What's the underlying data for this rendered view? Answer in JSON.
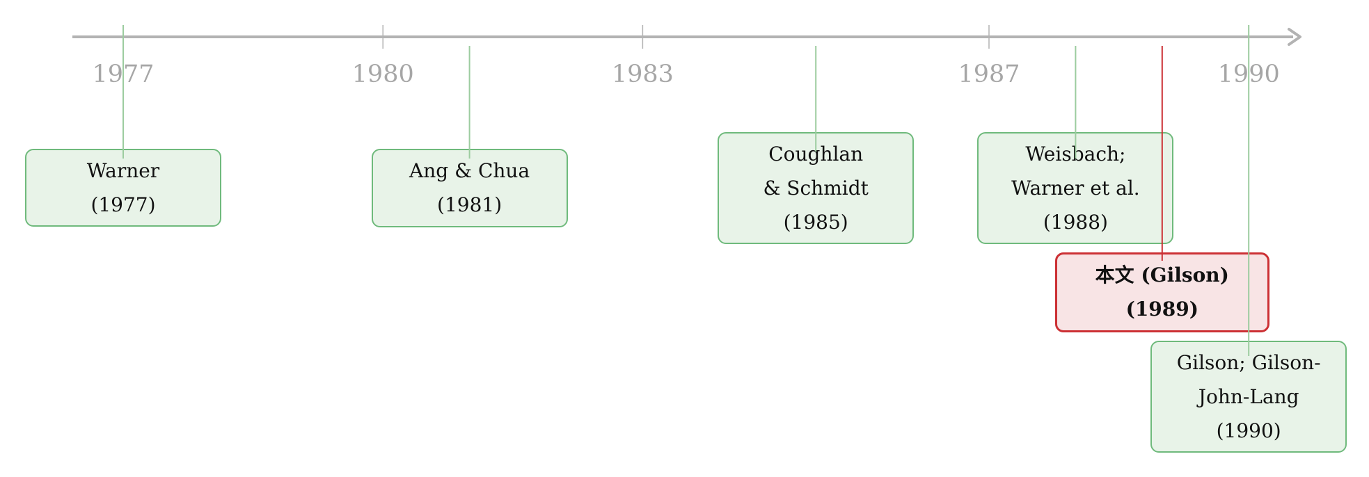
{
  "ticks": [
    {
      "label": "1977",
      "year": 1977
    },
    {
      "label": "1980",
      "year": 1980
    },
    {
      "label": "1983",
      "year": 1983
    },
    {
      "label": "1987",
      "year": 1987
    },
    {
      "label": "1990",
      "year": 1990
    }
  ],
  "events": [
    {
      "id": "warner",
      "year": 1977,
      "lines": [
        "Warner",
        "(1977)"
      ],
      "highlight": false
    },
    {
      "id": "ang-chua",
      "year": 1981,
      "lines": [
        "Ang & Chua",
        "(1981)"
      ],
      "highlight": false
    },
    {
      "id": "coughlan-schmidt",
      "year": 1985,
      "lines": [
        "Coughlan",
        "& Schmidt",
        "(1985)"
      ],
      "highlight": false
    },
    {
      "id": "weisbach-warner",
      "year": 1988,
      "lines": [
        "Weisbach;",
        "Warner et al.",
        "(1988)"
      ],
      "highlight": false
    },
    {
      "id": "gilson-this",
      "year": 1989,
      "lines": [
        "本文 (Gilson)",
        "(1989)"
      ],
      "highlight": true
    },
    {
      "id": "gilson-john-lang",
      "year": 1990,
      "lines": [
        "Gilson; Gilson-",
        "John-Lang",
        "(1990)"
      ],
      "highlight": false
    }
  ],
  "colors": {
    "axis": "#b3b3b3",
    "connector": "#9ccc9f",
    "connector_highlight": "#cc3034",
    "box_border": "#6fba7c",
    "box_fill": "#e8f3e8",
    "highlight_border": "#cc3034",
    "highlight_fill": "#f8e4e5"
  }
}
